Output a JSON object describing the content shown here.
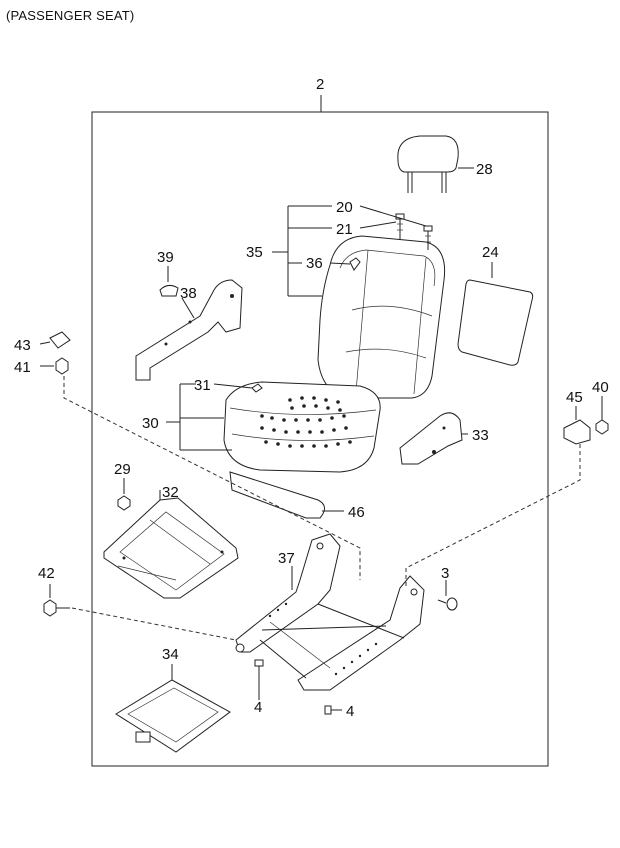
{
  "header": {
    "title": "(PASSENGER SEAT)"
  },
  "callouts": {
    "c2": "2",
    "c28": "28",
    "c20": "20",
    "c21": "21",
    "c35": "35",
    "c36": "36",
    "c24": "24",
    "c39": "39",
    "c38": "38",
    "c43": "43",
    "c41": "41",
    "c31": "31",
    "c30": "30",
    "c45": "45",
    "c40": "40",
    "c33": "33",
    "c29": "29",
    "c32": "32",
    "c46": "46",
    "c37": "37",
    "c3": "3",
    "c42": "42",
    "c34": "34",
    "c4a": "4",
    "c4b": "4"
  }
}
